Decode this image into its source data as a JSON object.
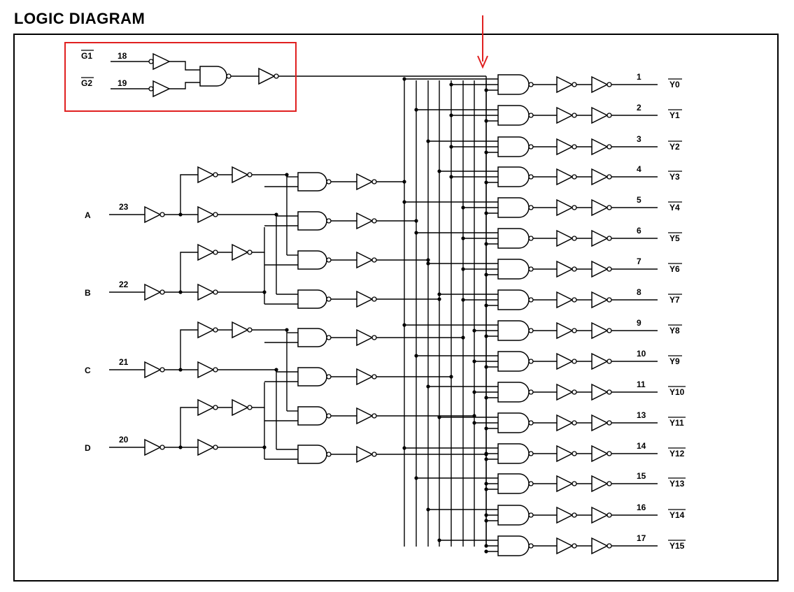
{
  "title": "LOGIC DIAGRAM",
  "colors": {
    "line": "#000000",
    "highlight": "#e02020",
    "background": "#ffffff"
  },
  "enables": [
    {
      "label": "G1",
      "pin": "18"
    },
    {
      "label": "G2",
      "pin": "19"
    }
  ],
  "inputs": [
    {
      "label": "A",
      "pin": "23"
    },
    {
      "label": "B",
      "pin": "22"
    },
    {
      "label": "C",
      "pin": "21"
    },
    {
      "label": "D",
      "pin": "20"
    }
  ],
  "outputs": [
    {
      "label": "Y0",
      "pin": "1"
    },
    {
      "label": "Y1",
      "pin": "2"
    },
    {
      "label": "Y2",
      "pin": "3"
    },
    {
      "label": "Y3",
      "pin": "4"
    },
    {
      "label": "Y4",
      "pin": "5"
    },
    {
      "label": "Y5",
      "pin": "6"
    },
    {
      "label": "Y6",
      "pin": "7"
    },
    {
      "label": "Y7",
      "pin": "8"
    },
    {
      "label": "Y8",
      "pin": "9"
    },
    {
      "label": "Y9",
      "pin": "10"
    },
    {
      "label": "Y10",
      "pin": "11"
    },
    {
      "label": "Y11",
      "pin": "13"
    },
    {
      "label": "Y12",
      "pin": "14"
    },
    {
      "label": "Y13",
      "pin": "15"
    },
    {
      "label": "Y14",
      "pin": "16"
    },
    {
      "label": "Y15",
      "pin": "17"
    }
  ]
}
